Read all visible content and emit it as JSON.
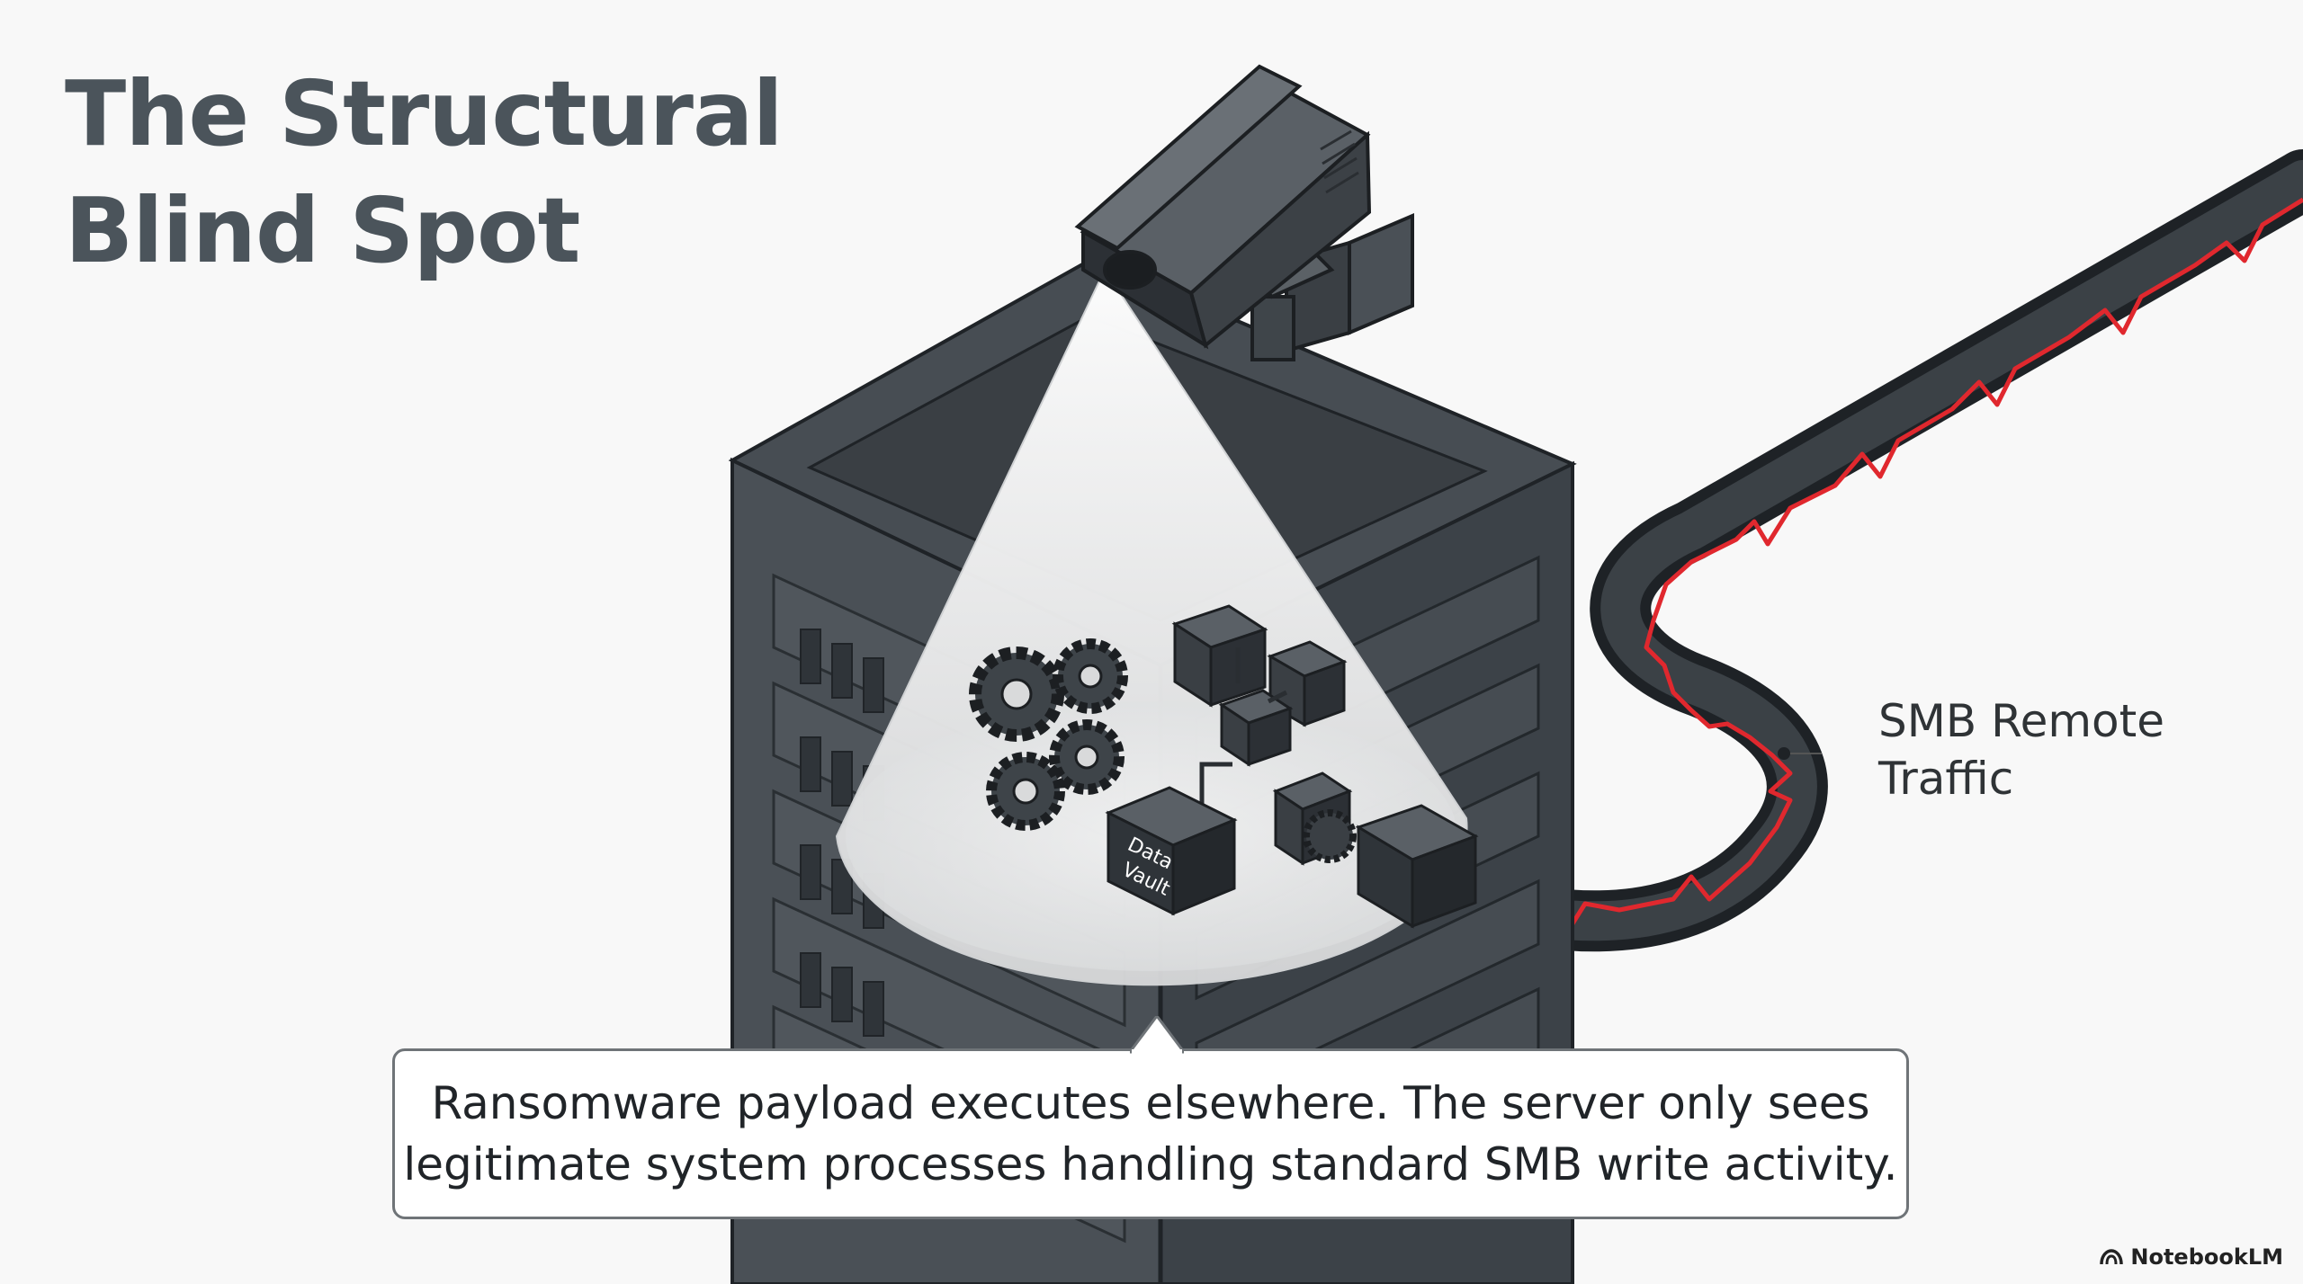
{
  "slide": {
    "title_line1": "The Structural",
    "title_line2": "Blind Spot"
  },
  "diagram": {
    "vault_label_line1": "Data",
    "vault_label_line2": "Vault",
    "traffic_label_line1": "SMB Remote",
    "traffic_label_line2": "Traffic",
    "callout_line1": "Ransomware payload executes elsewhere. The server only sees",
    "callout_line2": "legitimate system processes handling standard SMB write activity."
  },
  "branding": {
    "name": "NotebookLM",
    "icon": "notebooklm-logo-icon"
  },
  "colors": {
    "server": "#474d53",
    "signal": "#e0282e",
    "title": "#4b545b"
  }
}
